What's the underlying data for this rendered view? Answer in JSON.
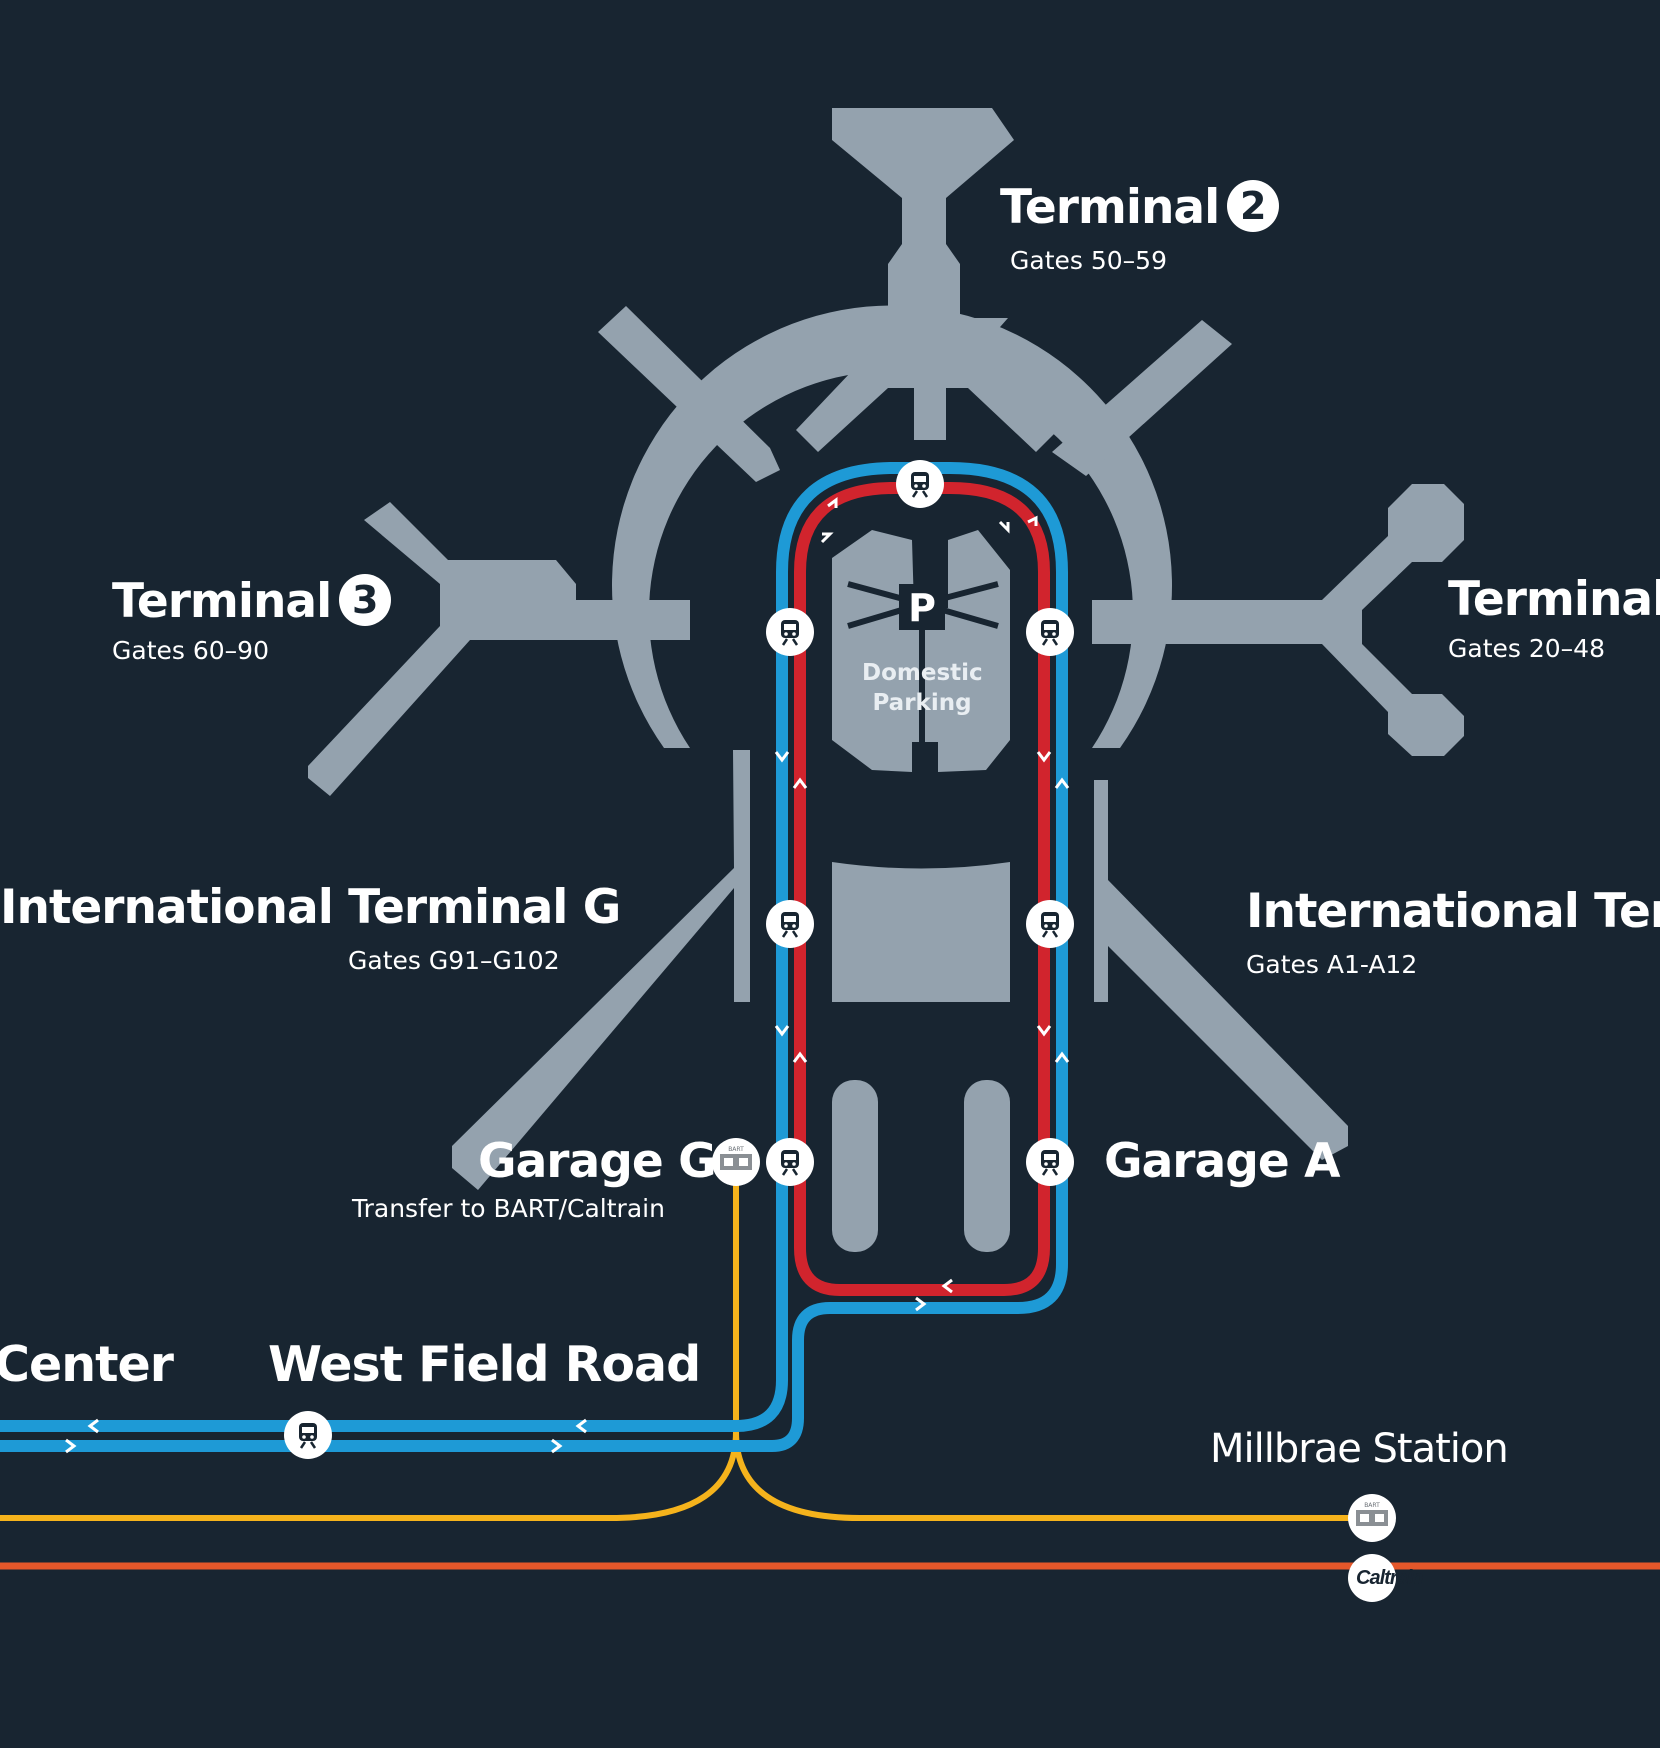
{
  "terminals": {
    "t2": {
      "name": "Terminal",
      "number": "2",
      "gates": "Gates 50–59"
    },
    "t3": {
      "name": "Terminal",
      "number": "3",
      "gates": "Gates 60–90"
    },
    "t1": {
      "name": "Terminal",
      "gates": "Gates 20–48"
    },
    "intl_g": {
      "name": "International Terminal G",
      "gates": "Gates G91–G102"
    },
    "intl_a": {
      "name": "International Term",
      "gates": "Gates A1-A12"
    }
  },
  "parking": {
    "symbol": "P",
    "label_line1": "Domestic",
    "label_line2": "Parking"
  },
  "stations": {
    "garage_g": {
      "name": "Garage G",
      "note": "Transfer to BART/Caltrain"
    },
    "garage_a": {
      "name": "Garage A"
    },
    "west_field": {
      "name": "West Field Road"
    },
    "center": {
      "name": "Center"
    },
    "millbrae": {
      "name": "Millbrae Station"
    }
  },
  "badges": {
    "bart_small": "BART",
    "caltrain": "Caltrain"
  },
  "colors": {
    "background": "#182531",
    "building": "#94a2ae",
    "blue_line": "#1e9ad6",
    "red_line": "#d1242d",
    "bart_line": "#f5b31c",
    "caltrain_line": "#e4572a"
  },
  "icons": [
    "train-icon",
    "bart-logo",
    "caltrain-logo",
    "parking-icon",
    "direction-chevron-icon"
  ]
}
